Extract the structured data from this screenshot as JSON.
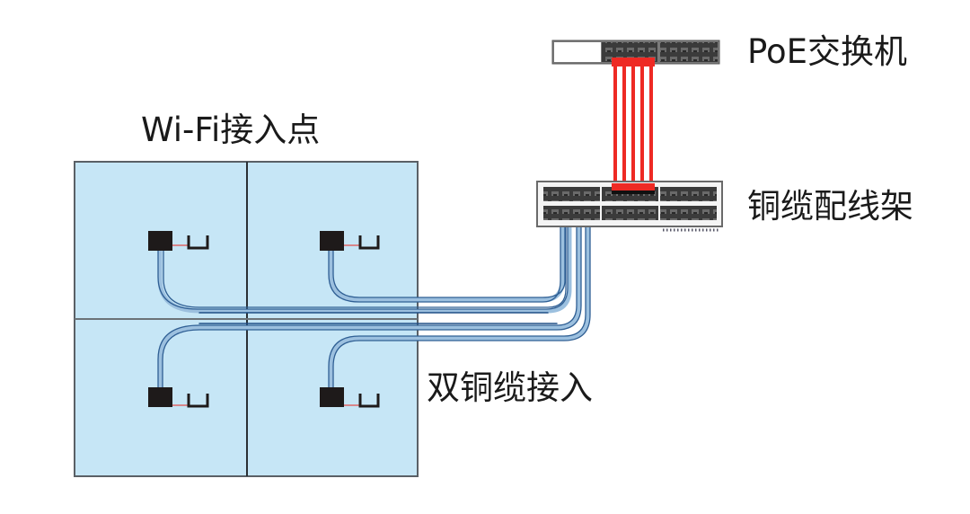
{
  "labels": {
    "poe_switch": "PoE交换机",
    "patch_panel": "铜缆配线架",
    "wifi_ap": "Wi-Fi接入点",
    "dual_copper": "双铜缆接入"
  },
  "colors": {
    "zone_fill": "#c6e6f6",
    "zone_border": "#3a3f44",
    "cable_blue": "#2f5f94",
    "cable_light": "#9cc0df",
    "patch_red": "#ee2a24",
    "device_black": "#1e1a1a",
    "port_dark": "#3b3b3b"
  },
  "diagram": {
    "zones": 4,
    "access_points": 4,
    "patch_cords": 5,
    "cables_per_ap": 2
  }
}
